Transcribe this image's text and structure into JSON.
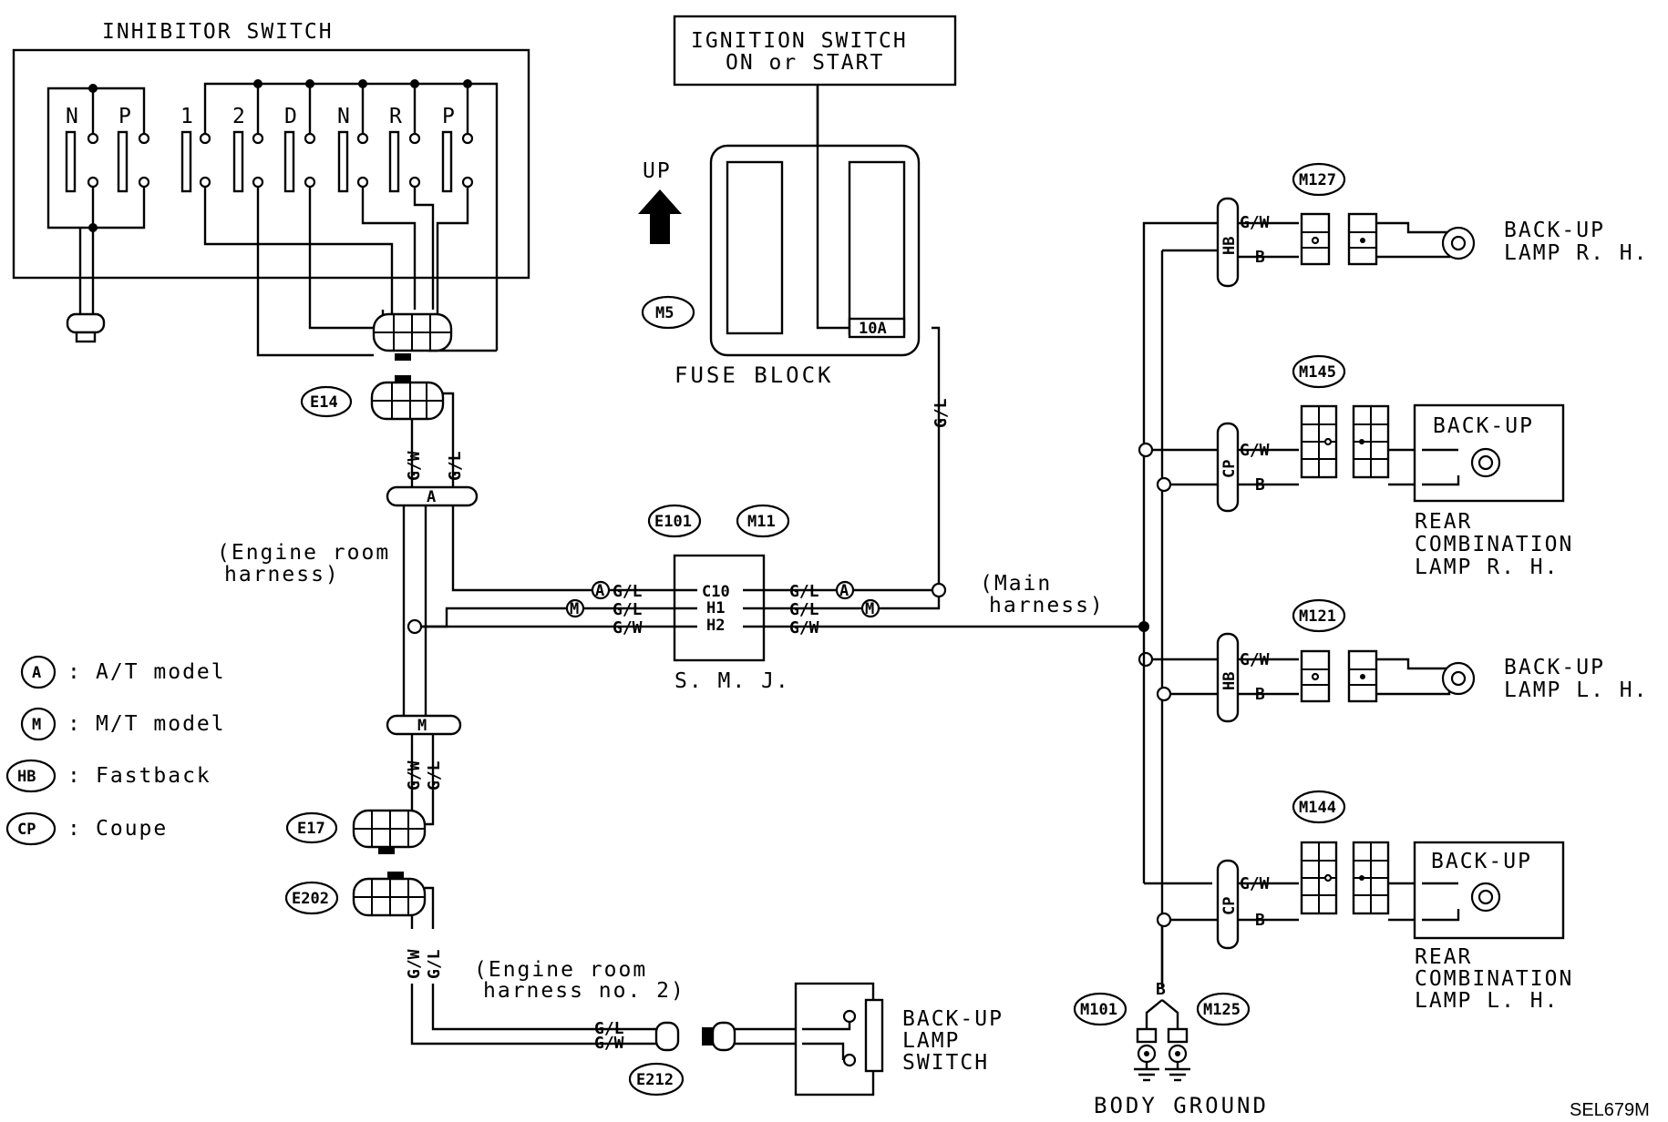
{
  "components": {
    "inhibitor_switch": "INHIBITOR SWITCH",
    "ignition_switch": [
      "IGNITION SWITCH",
      "ON or START"
    ],
    "fuse_block": "FUSE BLOCK",
    "fuse_rating": "10A",
    "up": "UP",
    "smj": "S. M. J.",
    "backup_lamp_rh": [
      "BACK-UP",
      "LAMP R. H."
    ],
    "backup_lamp_lh": [
      "BACK-UP",
      "LAMP L. H."
    ],
    "rear_combo_rh": [
      "REAR",
      "COMBINATION",
      "LAMP R. H."
    ],
    "rear_combo_lh": [
      "REAR",
      "COMBINATION",
      "LAMP L. H."
    ],
    "backup_inner": "BACK-UP",
    "backup_lamp_switch": [
      "BACK-UP",
      "LAMP",
      "SWITCH"
    ],
    "body_ground": "BODY GROUND",
    "ref_code": "SEL679M"
  },
  "harness": {
    "engine_room": [
      "(Engine room",
      "harness)"
    ],
    "main": [
      "(Main",
      "harness)"
    ],
    "engine_room_2": [
      "(Engine room",
      "harness no. 2)"
    ]
  },
  "connectors": {
    "E14": "E14",
    "E17": "E17",
    "E202": "E202",
    "E212": "E212",
    "E101": "E101",
    "M11": "M11",
    "M5": "M5",
    "M127": "M127",
    "M145": "M145",
    "M121": "M121",
    "M144": "M144",
    "M101": "M101",
    "M125": "M125"
  },
  "switch_positions": {
    "left": [
      "N",
      "P"
    ],
    "right": [
      "1",
      "2",
      "D",
      "N",
      "R",
      "P"
    ]
  },
  "smj_pins": [
    "C10",
    "H1",
    "H2"
  ],
  "wires": {
    "gl": "G/L",
    "gw": "G/W",
    "b": "B"
  },
  "badges": {
    "A": "A",
    "M": "M",
    "HB": "HB",
    "CP": "CP"
  },
  "legend": [
    {
      "symbol": "A",
      "text": "A/T model"
    },
    {
      "symbol": "M",
      "text": "M/T model"
    },
    {
      "symbol": "HB",
      "text": "Fastback"
    },
    {
      "symbol": "CP",
      "text": "Coupe"
    }
  ]
}
